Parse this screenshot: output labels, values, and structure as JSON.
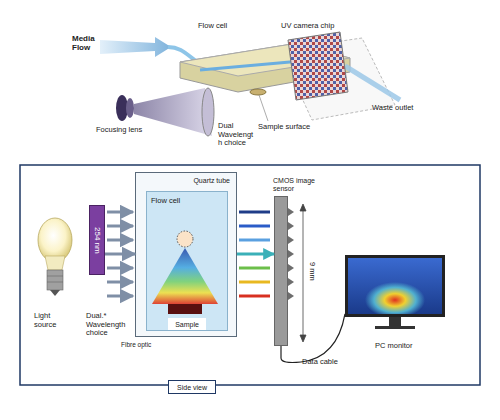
{
  "diagram": {
    "nodes": [
      {
        "text": [
          "254 nm"
        ]
      },
      {
        "text": [
          "Quartz tube"
        ]
      },
      {
        "text": [
          "Flow cell"
        ],
        "in": 1
      },
      {
        "text": [
          "Sample"
        ],
        "in": 2
      },
      {
        "text": [
          "CMOS image sensor"
        ]
      },
      {
        "text": [
          "PC monitor"
        ]
      },
      {
        "text": [
          "Side view"
        ]
      }
    ],
    "edges": [
      {
        "from": 0,
        "to": 1,
        "arrow": "to"
      },
      {
        "from": 1,
        "to": 4,
        "arrow": "to"
      },
      {
        "from": 4,
        "to": 5,
        "label": "Data cable",
        "arrow": "none"
      }
    ],
    "labels": [
      "Media Flow",
      "Flow cell",
      "UV camera chip",
      "Focusing lens",
      "Dual Wavelengt h choice",
      "Sample surface",
      "Waste outlet",
      "Light source",
      "Dual.* Wavelength choice",
      "Fibre optic",
      "9 mm"
    ]
  }
}
